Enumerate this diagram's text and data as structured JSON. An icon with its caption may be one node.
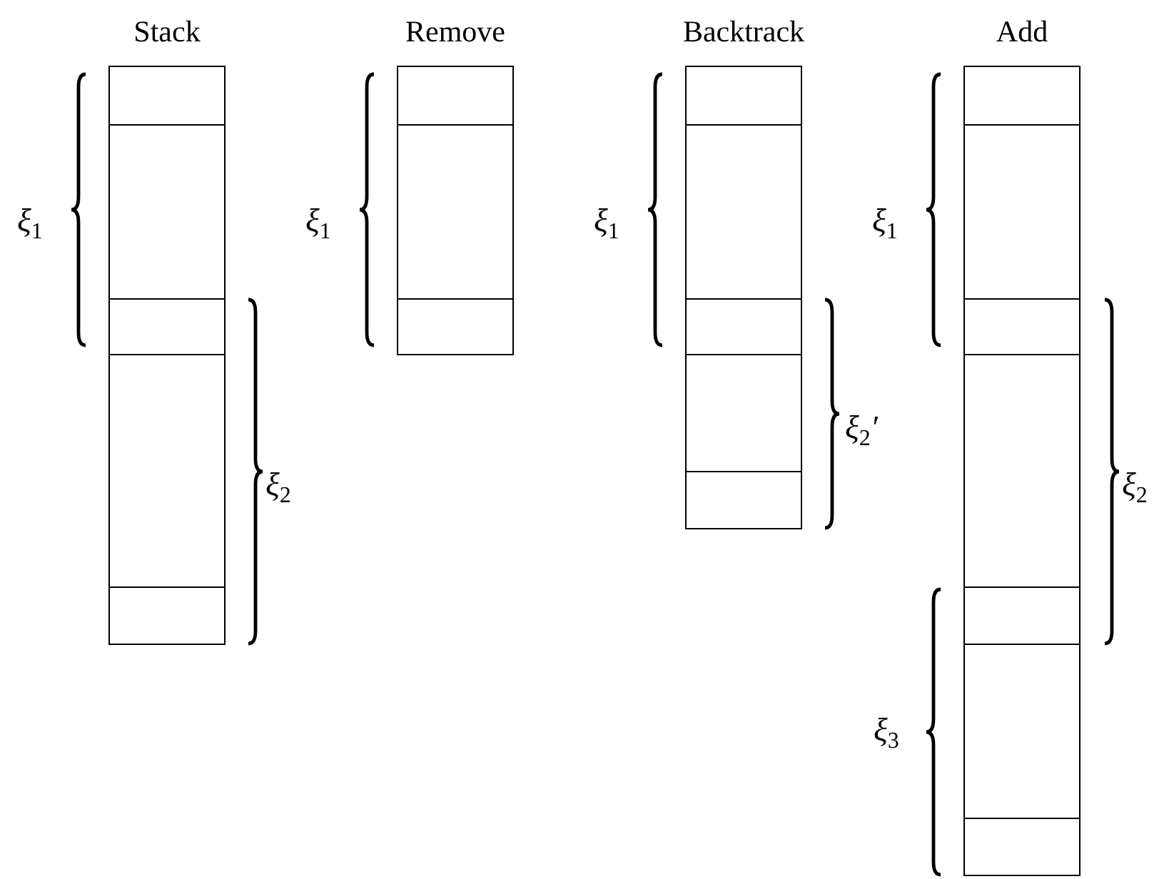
{
  "diagram": {
    "nodes": [
      {
        "text": [
          "Stack"
        ]
      },
      {
        "text": [],
        "shape": "box",
        "in": 0
      },
      {
        "text": [],
        "shape": "box",
        "in": 0
      },
      {
        "text": [],
        "shape": "box",
        "in": 0
      },
      {
        "text": [],
        "shape": "box",
        "in": 0
      },
      {
        "text": [],
        "shape": "box",
        "in": 0
      },
      {
        "text": [
          "Remove"
        ]
      },
      {
        "text": [],
        "shape": "box",
        "in": 6
      },
      {
        "text": [],
        "shape": "box",
        "in": 6
      },
      {
        "text": [],
        "shape": "box",
        "in": 6
      },
      {
        "text": [
          "Backtrack"
        ]
      },
      {
        "text": [],
        "shape": "box",
        "in": 10
      },
      {
        "text": [],
        "shape": "box",
        "in": 10
      },
      {
        "text": [],
        "shape": "box",
        "in": 10
      },
      {
        "text": [],
        "shape": "box",
        "in": 10
      },
      {
        "text": [],
        "shape": "box",
        "in": 10
      },
      {
        "text": [
          "Add"
        ]
      },
      {
        "text": [],
        "shape": "box",
        "in": 16
      },
      {
        "text": [],
        "shape": "box",
        "in": 16
      },
      {
        "text": [],
        "shape": "box",
        "in": 16
      },
      {
        "text": [],
        "shape": "box",
        "in": 16
      },
      {
        "text": [],
        "shape": "box",
        "in": 16
      },
      {
        "text": [],
        "shape": "box",
        "in": 16
      },
      {
        "text": [],
        "shape": "box",
        "in": 16
      }
    ],
    "labels": [
      "ξ$_{1}$",
      "ξ$_{1}$",
      "ξ$_{1}$",
      "ξ$_{1}$",
      "ξ$_{2}$",
      "ξ$_{2}$′",
      "ξ$_{2}$",
      "ξ$_{3}$"
    ]
  }
}
